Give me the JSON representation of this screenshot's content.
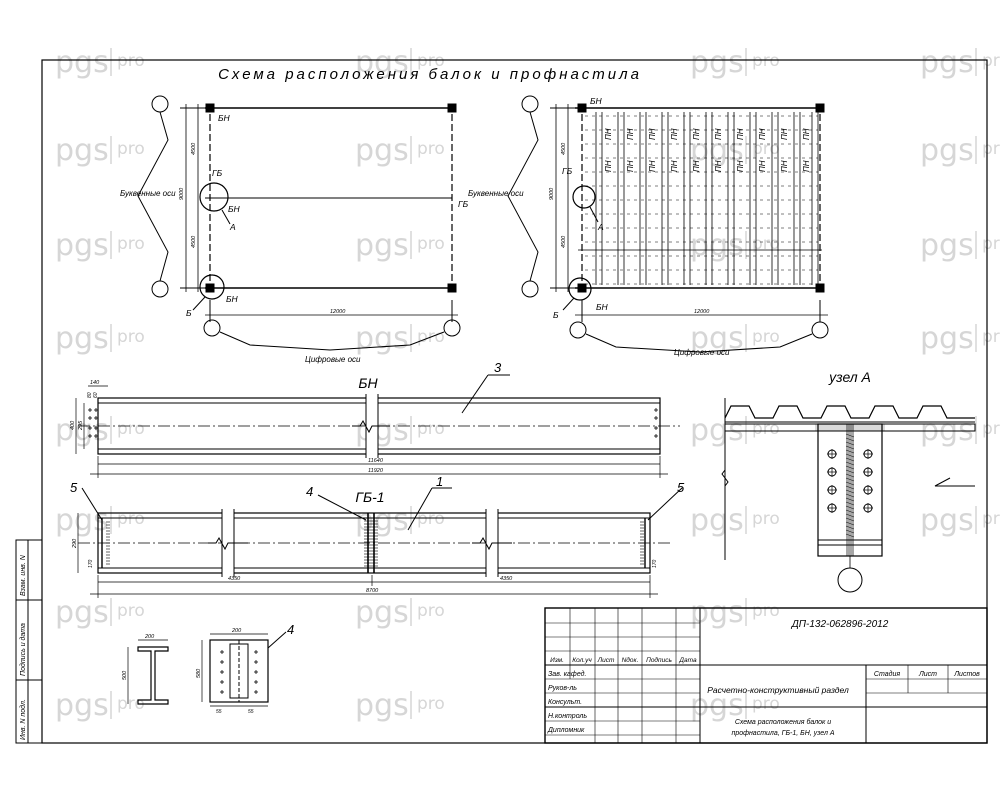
{
  "watermark": {
    "brand": "pgs",
    "suffix": "pro"
  },
  "sheet_title": "Схема расположения балок и профнастила",
  "plan_left": {
    "beam_top": "БН",
    "beam_mid": "БН",
    "beam_bottom": "БН",
    "girder_left": "ГБ",
    "girder_right": "ГБ",
    "node_ref": "А",
    "node_ref2": "Б",
    "letter_axes": "Буквенные оси",
    "digit_axes": "Цифровые оси",
    "dim_total": "9000",
    "dim_upper": "4500",
    "dim_lower": "4500",
    "dim_span": "12000"
  },
  "plan_right": {
    "beam_top": "БН",
    "beam_bottom": "БН",
    "girder_left": "ГБ",
    "node_ref": "А",
    "node_ref2": "Б",
    "letter_axes": "Буквенные оси",
    "digit_axes": "Цифровые оси",
    "deck_label": "ПН",
    "dim_total": "9000",
    "dim_upper": "4500",
    "dim_lower": "4500",
    "dim_span": "12000"
  },
  "beam_bn": {
    "title": "БН",
    "callout": "3",
    "dim_length": "11640",
    "dim_overall": "11920",
    "dim_flange": "140",
    "dim_h": "400",
    "dim_h2": "295",
    "dim_a": "80",
    "dim_b": "60"
  },
  "beam_gb": {
    "title": "ГБ-1",
    "callout_1": "1",
    "callout_4": "4",
    "callout_5a": "5",
    "callout_5b": "5",
    "dim_left": "4350",
    "dim_right": "4350",
    "dim_total": "8700",
    "dim_h": "290",
    "dim_end_a": "170",
    "dim_end_b": "170"
  },
  "node_a": {
    "title": "узел А"
  },
  "sections": {
    "sec1_w": "200",
    "sec1_h": "500",
    "sec2_w": "200",
    "sec2_h": "580",
    "callout_4": "4",
    "d1": "55",
    "d2": "55"
  },
  "left_margin": {
    "col1": "Взам. инв. N",
    "col2": "Подпись и дата",
    "col3": "Инв. N подл."
  },
  "title_block": {
    "code": "ДП-132-062896-2012",
    "header": [
      "Изм.",
      "Кол.уч",
      "Лист",
      "Nдок.",
      "Подпись",
      "Дата"
    ],
    "rows": [
      "Зав. кафед.",
      "Руков-ль",
      "Консульт.",
      "Н.контроль",
      "Дипломник"
    ],
    "section_name": "Расчетно-конструктивный раздел",
    "stage_hdr": "Стадия",
    "sheet_hdr": "Лист",
    "sheets_hdr": "Листов",
    "drawing_name_1": "Схема расположения балок и",
    "drawing_name_2": "профнастила, ГБ-1, БН, узел А"
  }
}
